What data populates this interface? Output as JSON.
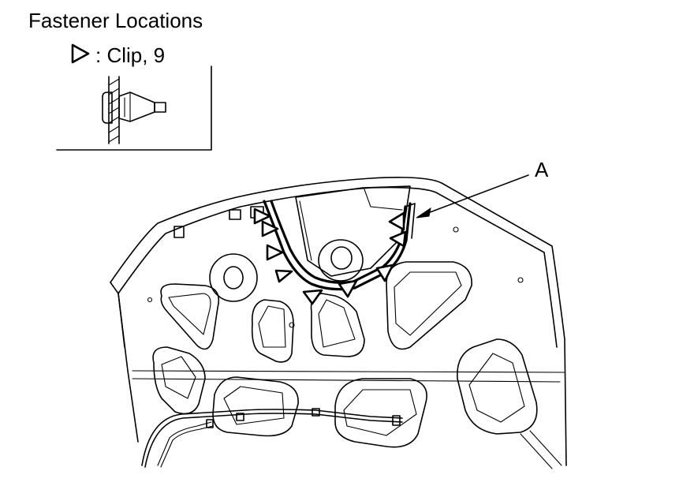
{
  "diagram": {
    "title": "Fastener Locations",
    "legend": {
      "symbol_icon": "open-triangle-clip-marker",
      "label": ": Clip, 9"
    },
    "callouts": [
      {
        "id": "A",
        "text": "A"
      }
    ],
    "clip_count": 9
  }
}
